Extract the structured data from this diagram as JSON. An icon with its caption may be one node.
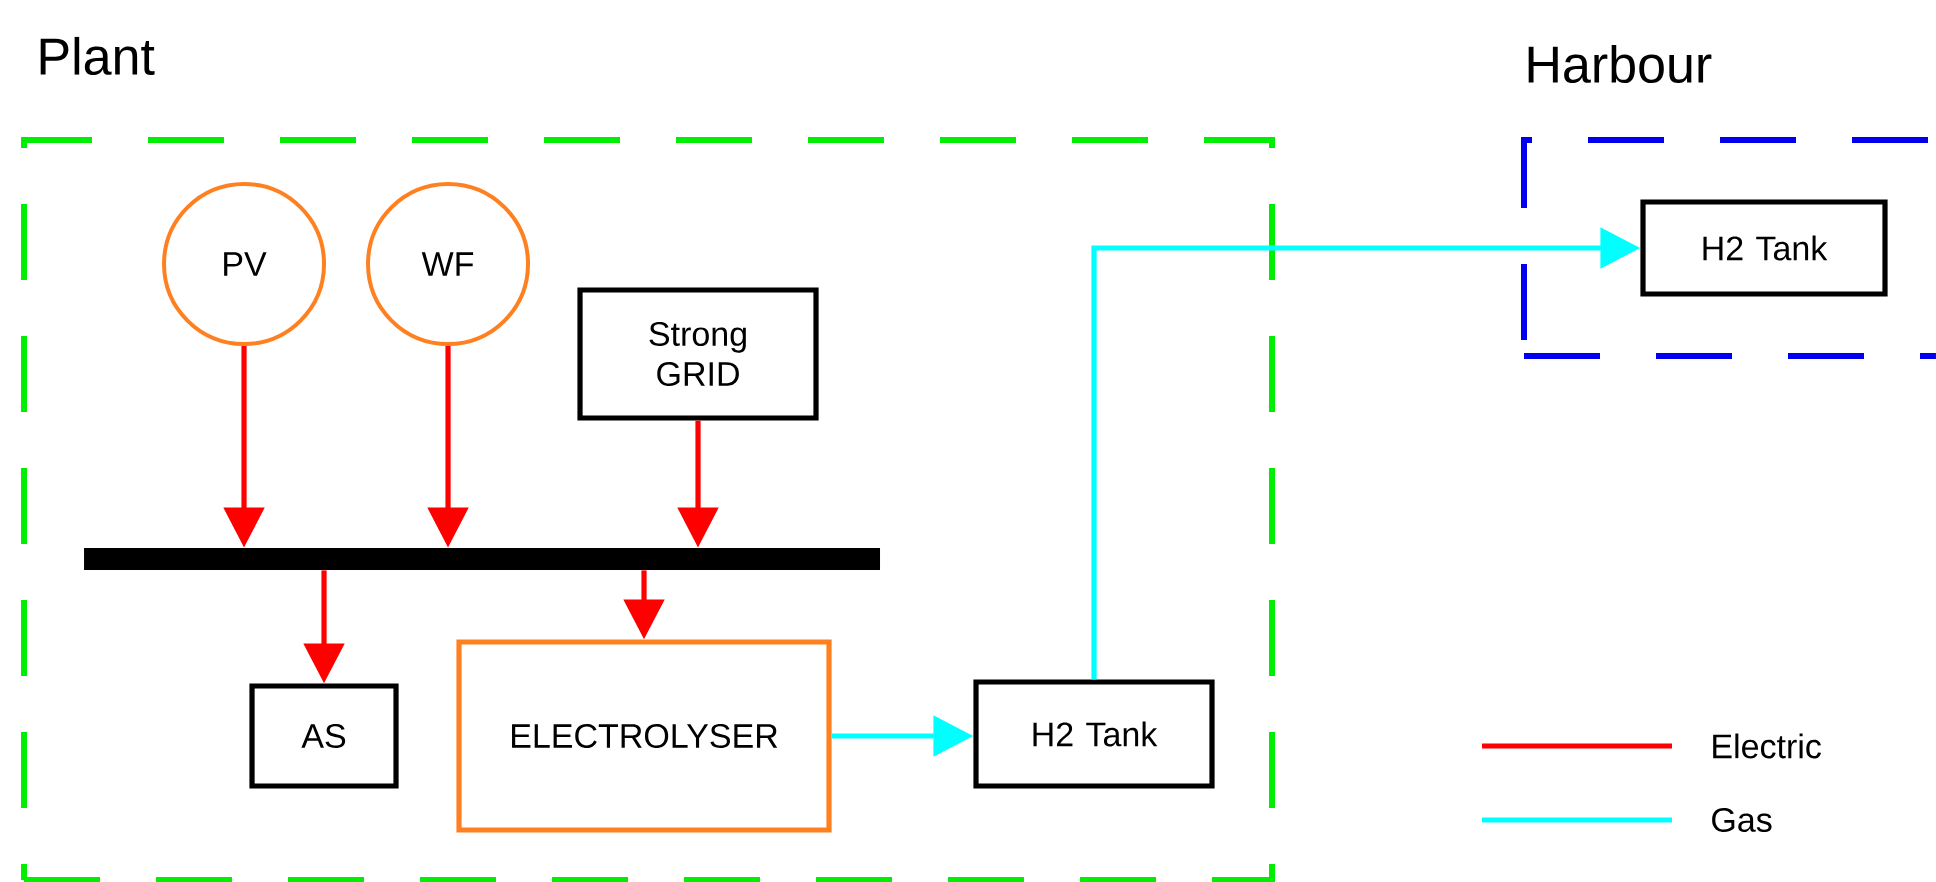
{
  "diagram": {
    "nodes": [
      {
        "text": [
          "Plant"
        ]
      },
      {
        "text": [
          "PV"
        ],
        "in": 0
      },
      {
        "text": [
          "WF"
        ],
        "in": 0
      },
      {
        "text": [
          "Strong GRID"
        ],
        "in": 0
      },
      {
        "text": [],
        "shape": "bar",
        "in": 0
      },
      {
        "text": [
          "AS"
        ],
        "in": 0
      },
      {
        "text": [
          "ELECTROLYSER"
        ],
        "in": 0
      },
      {
        "text": [
          "H2 Tank"
        ],
        "in": 0
      },
      {
        "text": [
          "Harbour"
        ]
      },
      {
        "text": [
          "H2 Tank"
        ],
        "in": 8
      }
    ],
    "edges": [
      {
        "from": 1,
        "to": 4,
        "arrow": "to"
      },
      {
        "from": 2,
        "to": 4,
        "arrow": "to"
      },
      {
        "from": 3,
        "to": 4,
        "arrow": "to"
      },
      {
        "from": 4,
        "to": 5,
        "arrow": "to"
      },
      {
        "from": 4,
        "to": 6,
        "arrow": "to"
      },
      {
        "from": 6,
        "to": 7,
        "arrow": "to",
        "color": "#00ffff"
      },
      {
        "from": 7,
        "to": 9,
        "arrow": "to",
        "color": "#00ffff"
      }
    ],
    "legend": [
      {
        "text": "Electric"
      },
      {
        "text": "Gas"
      }
    ]
  }
}
